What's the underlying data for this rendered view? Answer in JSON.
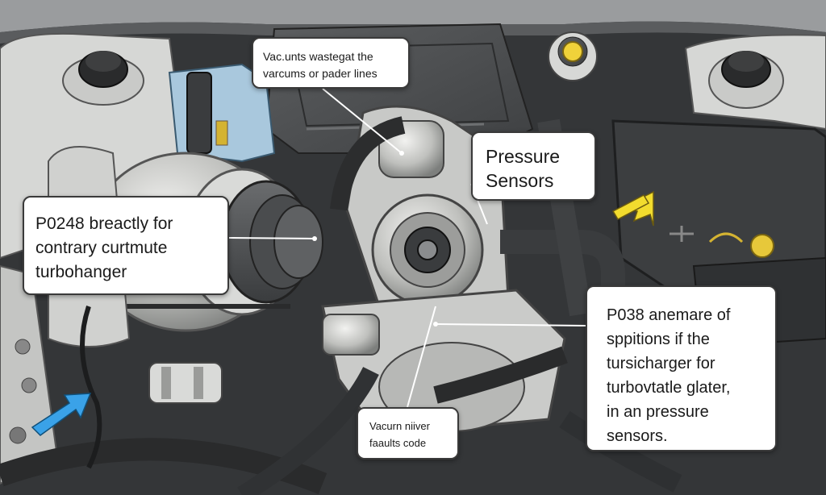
{
  "callouts": {
    "vacuum_wastegate": "Vac.unts wastegat the\nvarcums or pader lines",
    "pressure_sensors": "Pressure\nSensors",
    "p0248": "P0248 breactly for\ncontrary curtmute\nturbohanger",
    "p038": "P038 anemare of\nsppitions if the\ntursicharger for\nturbovtatle glater,\nin an pressure\nsensors.",
    "vacuum_faults": "Vacurn niiver\nfaaults code"
  },
  "colors": {
    "arrow_yellow": "#f2dc2e",
    "arrow_blue": "#3aa2e8",
    "reservoir_cap": "#f0d23a",
    "intake_blue": "#b9d7ec"
  },
  "icons": [
    "yellow-arrow-icon",
    "blue-arrow-icon"
  ]
}
